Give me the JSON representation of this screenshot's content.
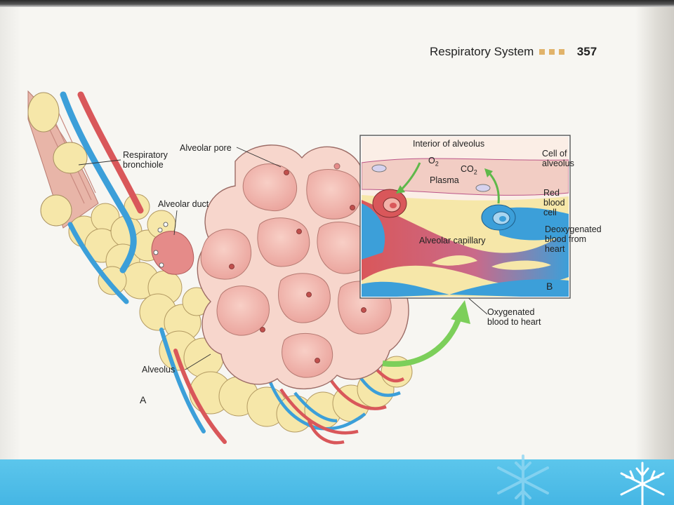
{
  "page": {
    "header_title": "Respiratory System",
    "page_number": "357"
  },
  "figure": {
    "panel_a": "A",
    "panel_b": "B",
    "labels": {
      "respiratory_bronchiole": "Respiratory\nbronchiole",
      "alveolar_pore": "Alveolar pore",
      "alveolar_duct": "Alveolar duct",
      "alveolus": "Alveolus",
      "interior_of_alveolus": "Interior of alveolus",
      "o2": "O",
      "o2_sub": "2",
      "co2": "CO",
      "co2_sub": "2",
      "plasma": "Plasma",
      "cell_of_alveolus": "Cell of\nalveolus",
      "red_blood_cell": "Red\nblood\ncell",
      "deoxygenated_blood": "Deoxygenated\nblood from\nheart",
      "alveolar_capillary": "Alveolar capillary",
      "oxygenated_blood": "Oxygenated\nblood to heart"
    }
  },
  "colors": {
    "artery_red": "#d9575a",
    "vein_blue": "#3c9fd9",
    "alveolus_yellow": "#f6e7a9",
    "alveolus_pink": "#efb0a8",
    "arrow_green": "#7ccf5a",
    "footer_blue": "#4fbde8"
  }
}
